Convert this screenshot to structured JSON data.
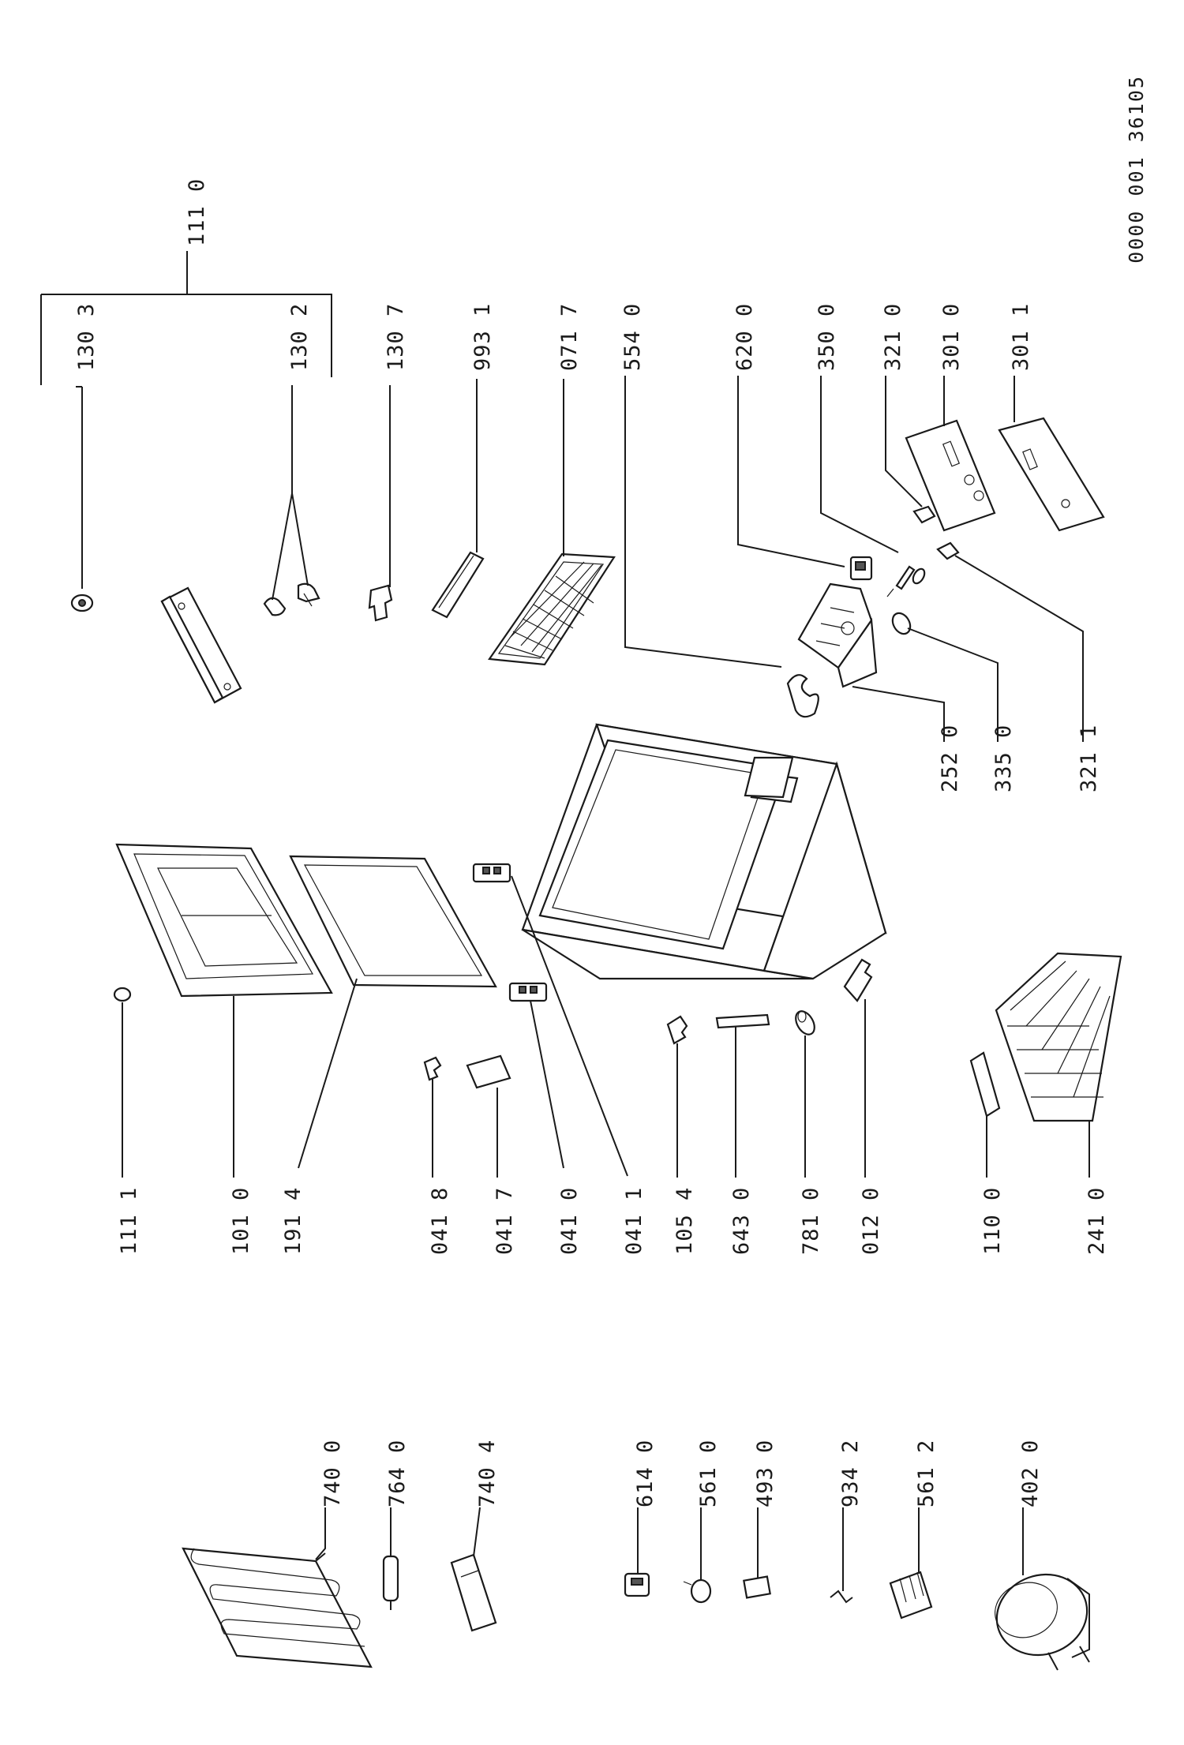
{
  "drawing": {
    "reference": "0000 001 36105",
    "group_label": "111 0"
  },
  "labels": {
    "p1303": "130 3",
    "p1302": "130 2",
    "p1307": "130 7",
    "p9931": "993 1",
    "p0717": "071 7",
    "p5540": "554 0",
    "p6200": "620 0",
    "p3500": "350 0",
    "p3210": "321 0",
    "p3010": "301 0",
    "p3011": "301 1",
    "p2520": "252 0",
    "p3350": "335 0",
    "p3211": "321 1",
    "p1111": "111 1",
    "p1010": "101 0",
    "p1914": "191 4",
    "p0418": "041 8",
    "p0417": "041 7",
    "p0410": "041 0",
    "p0411": "041 1",
    "p1054": "105 4",
    "p6430": "643 0",
    "p7810": "781 0",
    "p0120": "012 0",
    "p1100": "110 0",
    "p2410": "241 0",
    "p7400": "740 0",
    "p7640": "764 0",
    "p7404": "740 4",
    "p6140": "614 0",
    "p5610": "561 0",
    "p4930": "493 0",
    "p9342": "934 2",
    "p5612": "561 2",
    "p4020": "402 0"
  }
}
